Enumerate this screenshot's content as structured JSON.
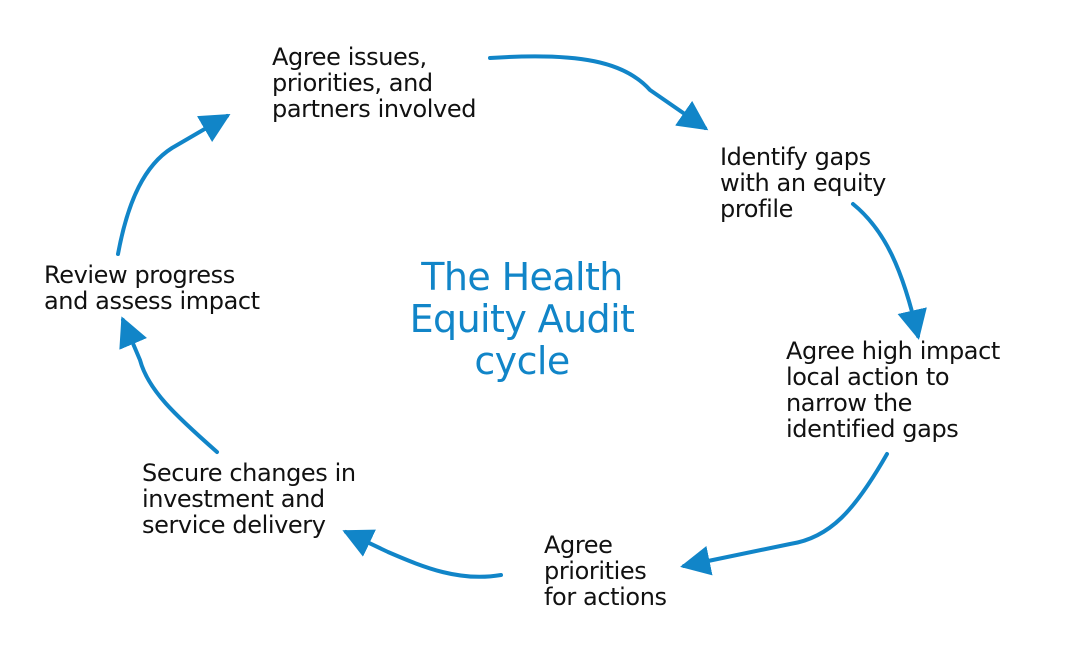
{
  "diagram": {
    "title": "The Health\nEquity Audit\ncycle",
    "accent_color": "#1185C8",
    "text_color": "#111111",
    "steps": [
      {
        "label": "Agree issues,\npriorities, and\npartners involved"
      },
      {
        "label": "Identify gaps\nwith an equity\nprofile"
      },
      {
        "label": "Agree high impact\nlocal action to\nnarrow the\nidentified gaps"
      },
      {
        "label": "Agree\npriorities\nfor actions"
      },
      {
        "label": "Secure changes in\ninvestment and\nservice delivery"
      },
      {
        "label": "Review progress\nand assess impact"
      }
    ],
    "arrow_icon": "arrow-head-icon"
  }
}
